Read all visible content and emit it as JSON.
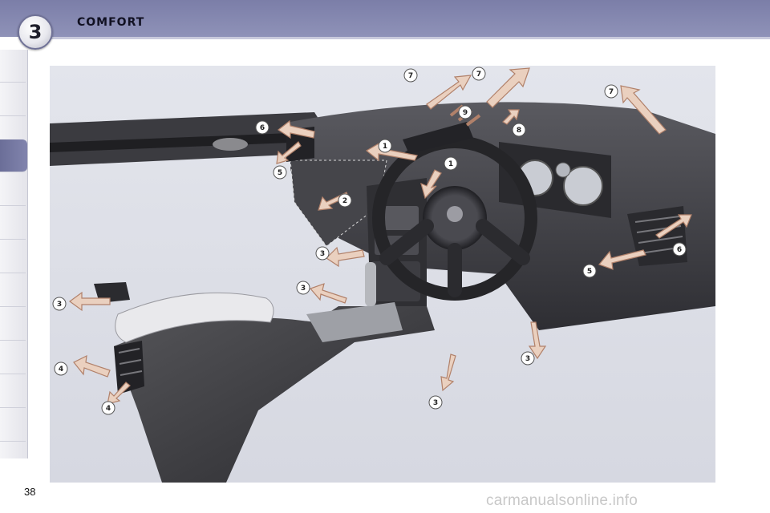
{
  "header": {
    "chapter_number": "3",
    "chapter_title": "COMFORT"
  },
  "figure": {
    "callouts": [
      "1",
      "1",
      "2",
      "3",
      "3",
      "3",
      "3",
      "3",
      "4",
      "4",
      "5",
      "5",
      "6",
      "6",
      "7",
      "7",
      "7",
      "8",
      "9"
    ]
  },
  "footer": {
    "page_number": "38",
    "watermark": "carmanualsonline.info"
  },
  "colors": {
    "header_band": "#8285ae",
    "arrow_fill": "#ead0bf",
    "arrow_stroke": "#b1816a",
    "callout_bg": "#ffffff",
    "dashboard": "#3b3b3f"
  }
}
